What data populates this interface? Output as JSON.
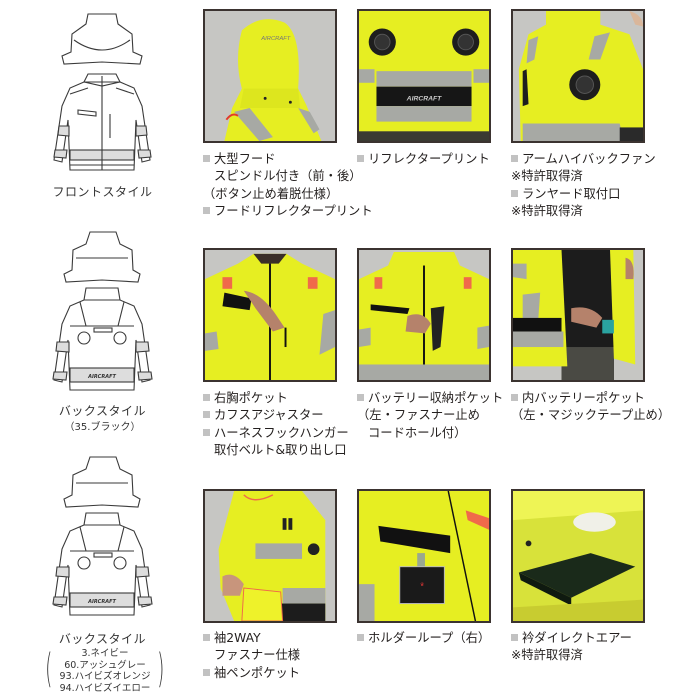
{
  "illustrations": [
    {
      "id": "front",
      "caption": "フロントスタイル"
    },
    {
      "id": "back-black",
      "caption": "バックスタイル",
      "sub": "（35.ブラック）"
    },
    {
      "id": "back-colors",
      "caption": "バックスタイル",
      "colors": [
        "3.ネイビー",
        "60.アッシュグレー",
        "93.ハイビズオレンジ",
        "94.ハイビズイエロー"
      ]
    }
  ],
  "photos": [
    {
      "id": "hood-back",
      "desc": "Hood with spindle, rear view"
    },
    {
      "id": "fans-back",
      "desc": "Back with two fans and reflector print"
    },
    {
      "id": "arm-high-fan",
      "desc": "Arm high back fan"
    },
    {
      "id": "chest-pocket",
      "desc": "Right chest pocket"
    },
    {
      "id": "battery-pocket",
      "desc": "Battery storage pocket"
    },
    {
      "id": "inner-battery-pocket",
      "desc": "Inner battery pocket"
    },
    {
      "id": "sleeve-2way",
      "desc": "Sleeve 2WAY zipper"
    },
    {
      "id": "holder-loop",
      "desc": "Holder loop right"
    },
    {
      "id": "collar-direct-air",
      "desc": "Collar direct air"
    }
  ],
  "features": {
    "r1c1": [
      {
        "type": "bullet",
        "text": "大型フード"
      },
      {
        "type": "indent",
        "text": "スピンドル付き（前・後）"
      },
      {
        "type": "note",
        "text": "（ボタン止め着脱仕様）"
      },
      {
        "type": "bullet",
        "text": "フードリフレクタープリント"
      }
    ],
    "r1c2": [
      {
        "type": "bullet",
        "text": "リフレクタープリント"
      }
    ],
    "r1c3": [
      {
        "type": "bullet",
        "text": "アームハイバックファン"
      },
      {
        "type": "note",
        "text": "※特許取得済"
      },
      {
        "type": "bullet",
        "text": "ランヤード取付口"
      },
      {
        "type": "note",
        "text": "※特許取得済"
      }
    ],
    "r2c1": [
      {
        "type": "bullet",
        "text": "右胸ポケット"
      },
      {
        "type": "bullet",
        "text": "カフスアジャスター"
      },
      {
        "type": "bullet",
        "text": "ハーネスフックハンガー"
      },
      {
        "type": "indent",
        "text": "取付ベルト&取り出し口"
      }
    ],
    "r2c2": [
      {
        "type": "bullet",
        "text": "バッテリー収納ポケット"
      },
      {
        "type": "note",
        "text": "（左・ファスナー止め"
      },
      {
        "type": "indent",
        "text": "コードホール付）"
      }
    ],
    "r2c3": [
      {
        "type": "bullet",
        "text": "内バッテリーポケット"
      },
      {
        "type": "note",
        "text": "（左・マジックテープ止め）"
      }
    ],
    "r3c1": [
      {
        "type": "bullet",
        "text": "袖2WAY"
      },
      {
        "type": "indent",
        "text": "ファスナー仕様"
      },
      {
        "type": "bullet",
        "text": "袖ペンポケット"
      }
    ],
    "r3c2": [
      {
        "type": "bullet",
        "text": "ホルダーループ（右）"
      }
    ],
    "r3c3": [
      {
        "type": "bullet",
        "text": "衿ダイレクトエアー"
      },
      {
        "type": "note",
        "text": "※特許取得済"
      }
    ]
  },
  "colors": {
    "hiviz_yellow": "#e8ef1f",
    "reflector_gray": "#a9aba6",
    "frame": "#3b3330",
    "photo_bg": "#c6c6c3",
    "bullet": "#c2c2c2",
    "text": "#231f1e"
  }
}
